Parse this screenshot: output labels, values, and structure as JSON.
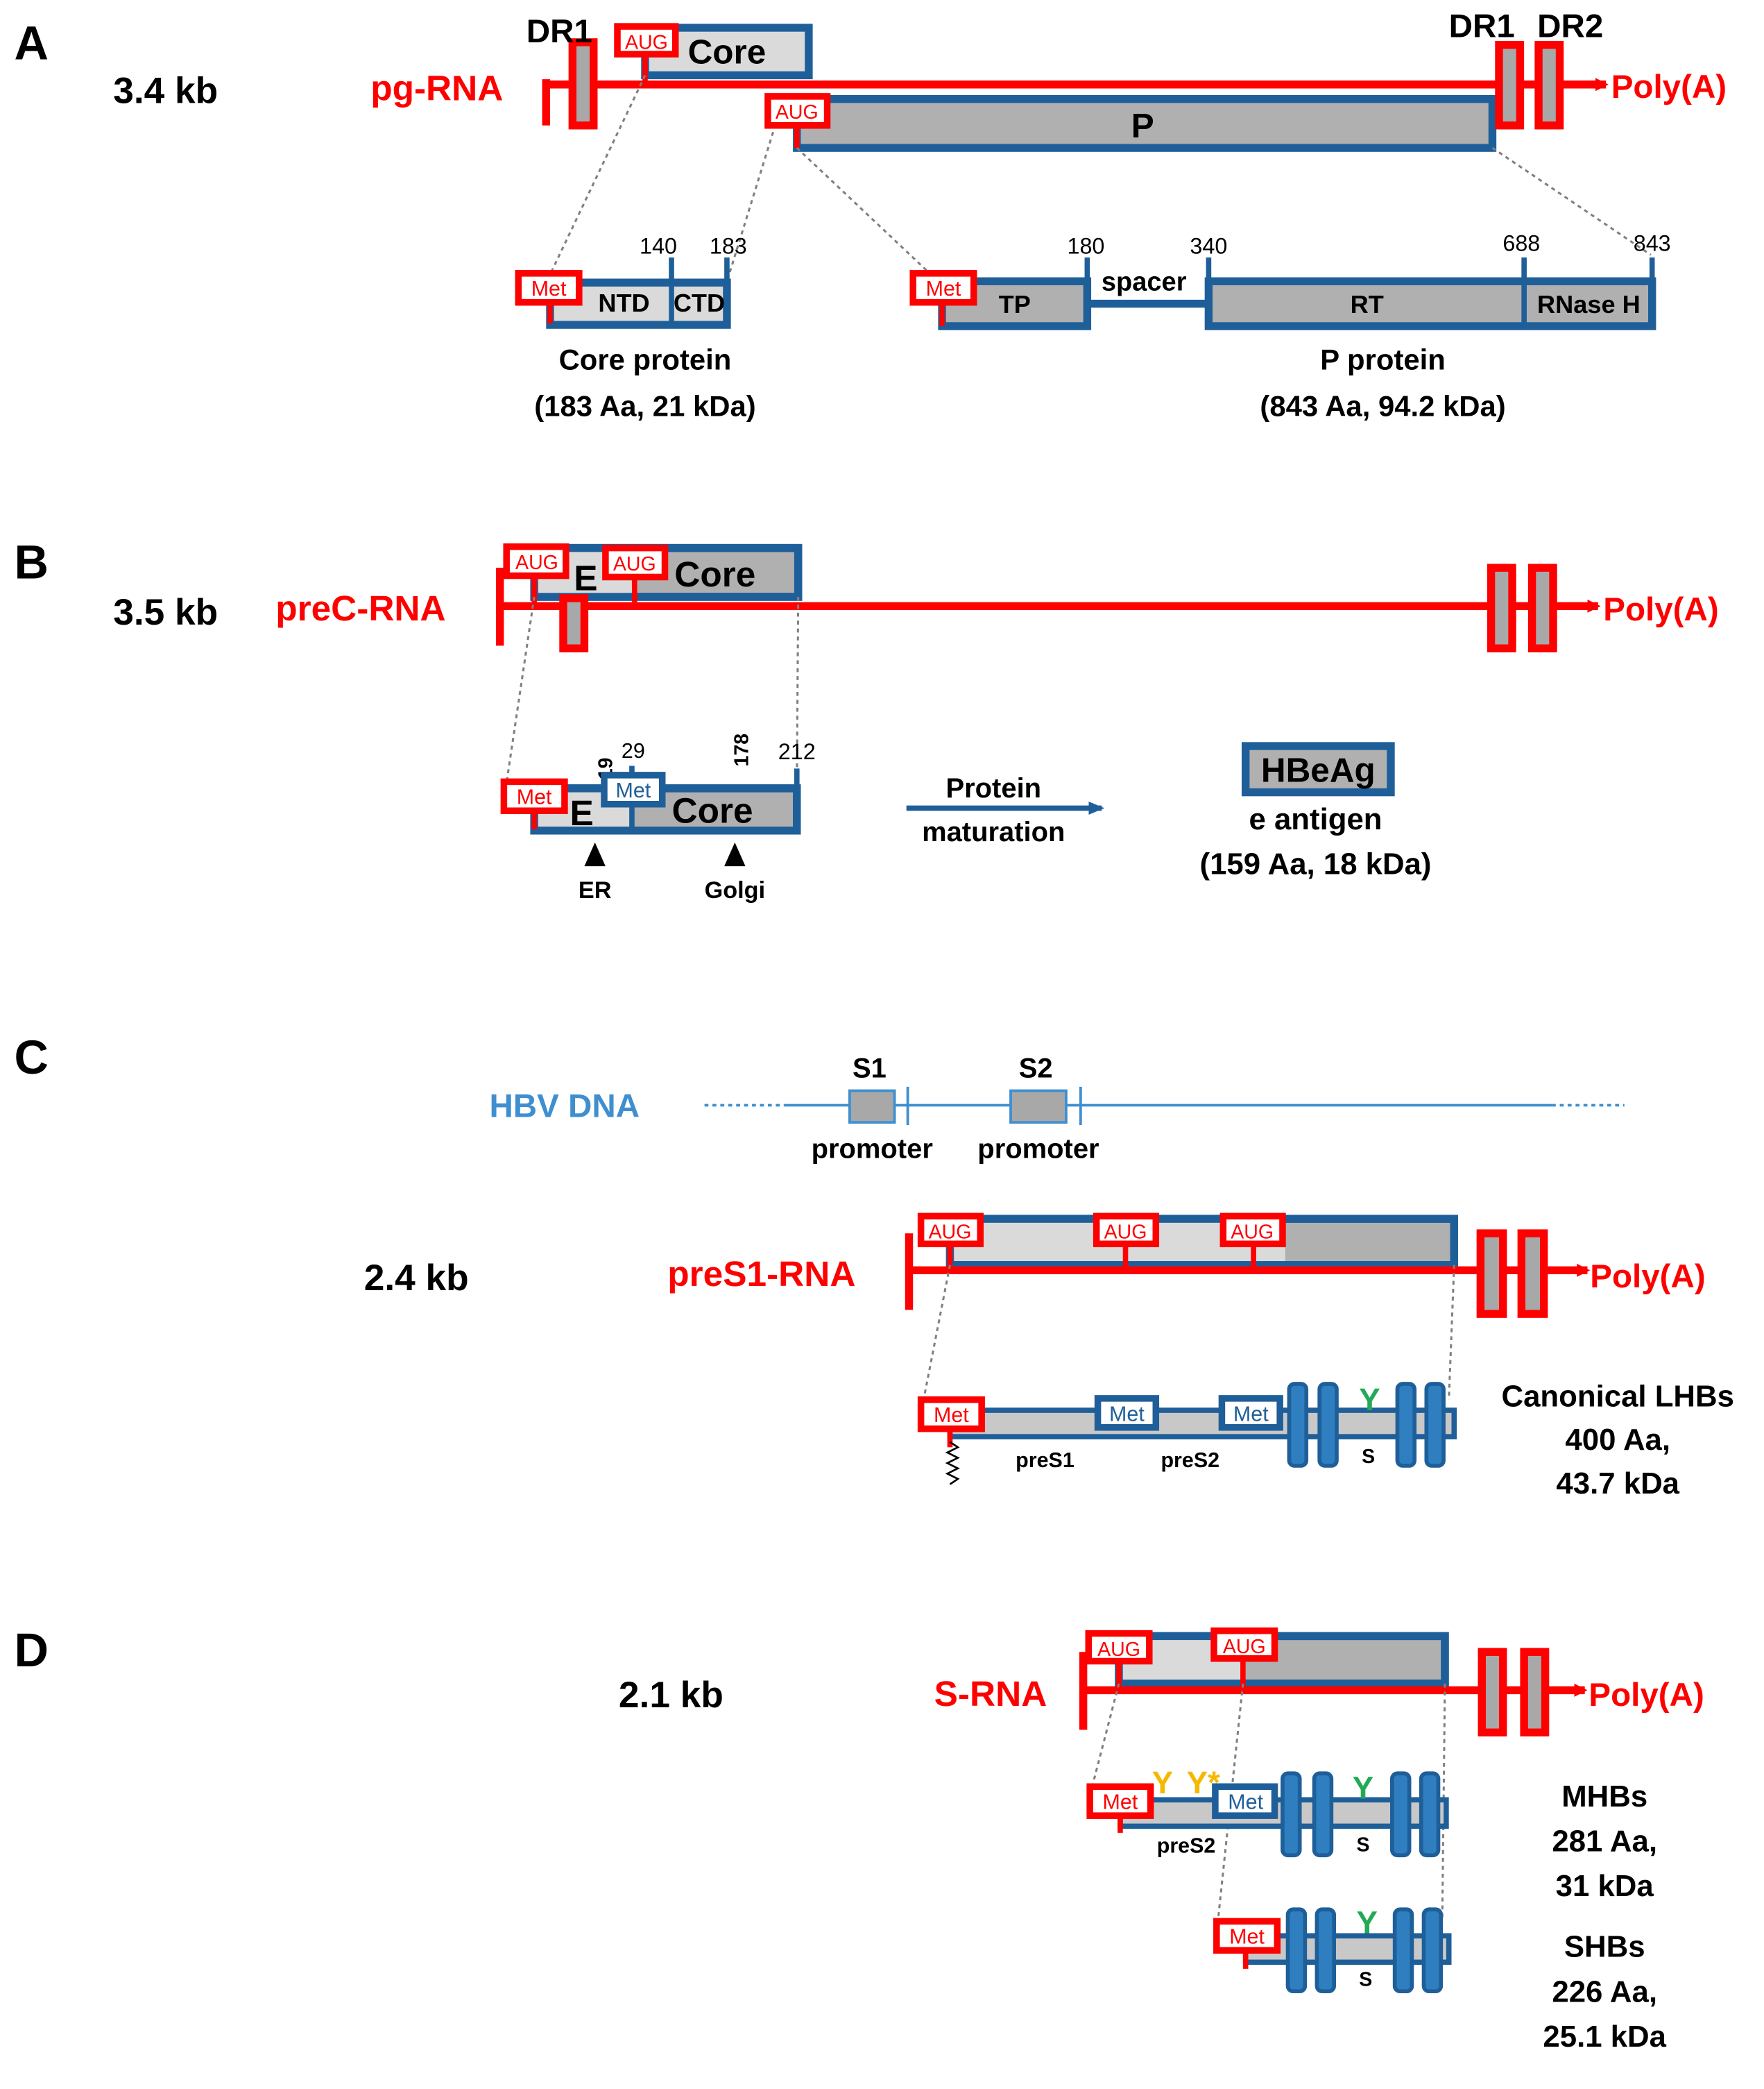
{
  "panels": {
    "a": {
      "letter": "A",
      "size": "3.4 kb",
      "rna": "pg-RNA",
      "dr1_left": "DR1",
      "dr1_right": "DR1",
      "dr2": "DR2",
      "polya": "Poly(A)",
      "aug": "AUG",
      "core_label": "Core",
      "p_label": "P",
      "met": "Met",
      "core_protein": {
        "ntd": "NTD",
        "ctd": "CTD",
        "pos_140": "140",
        "pos_183": "183",
        "name": "Core protein",
        "details": "(183 Aa, 21 kDa)"
      },
      "p_protein": {
        "tp": "TP",
        "spacer": "spacer",
        "rt": "RT",
        "rnase": "RNase H",
        "pos_180": "180",
        "pos_340": "340",
        "pos_688": "688",
        "pos_843": "843",
        "name": "P protein",
        "details": "(843 Aa, 94.2 kDa)"
      }
    },
    "b": {
      "letter": "B",
      "size": "3.5 kb",
      "rna": "preC-RNA",
      "polya": "Poly(A)",
      "aug": "AUG",
      "e_label": "E",
      "core_label": "Core",
      "met": "Met",
      "pos_19": "19",
      "pos_29": "29",
      "pos_178": "178",
      "pos_212": "212",
      "er": "ER",
      "golgi": "Golgi",
      "maturation_1": "Protein",
      "maturation_2": "maturation",
      "hbeag": "HBeAg",
      "antigen": "e antigen",
      "antigen_details": "(159 Aa, 18 kDa)"
    },
    "c": {
      "letter": "C",
      "dna": "HBV DNA",
      "s1": "S1",
      "s2": "S2",
      "promoter": "promoter",
      "size": "2.4 kb",
      "rna": "preS1-RNA",
      "polya": "Poly(A)",
      "aug": "AUG",
      "met": "Met",
      "pres1": "preS1",
      "pres2": "preS2",
      "s": "S",
      "glyco": "Y",
      "protein_1": "Canonical LHBs",
      "protein_2": "400 Aa,",
      "protein_3": "43.7 kDa"
    },
    "d": {
      "letter": "D",
      "size": "2.1 kb",
      "rna": "S-RNA",
      "polya": "Poly(A)",
      "aug": "AUG",
      "met": "Met",
      "pres2": "preS2",
      "s": "S",
      "glyco": "Y",
      "glyco_star": "Y*",
      "mhbs_1": "MHBs",
      "mhbs_2": "281 Aa,",
      "mhbs_3": "31 kDa",
      "shbs_1": "SHBs",
      "shbs_2": "226 Aa,",
      "shbs_3": "25.1 kDa"
    }
  },
  "colors": {
    "rna": "#ff0000",
    "gene_outline": "#1f5f99",
    "dna": "#3f8fd0",
    "glycosylation": "#22aa55",
    "o_glycosylation": "#f5b800"
  }
}
